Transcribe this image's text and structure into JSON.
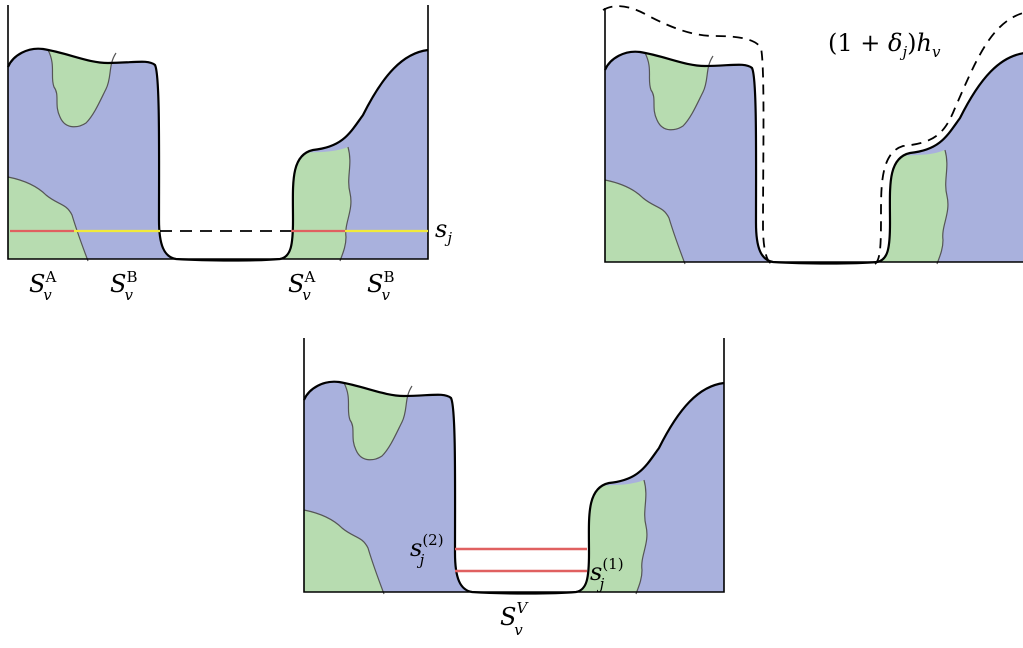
{
  "colors": {
    "blue_region": "#a9b1dd",
    "green_region": "#b7dcb0",
    "outline": "#000000",
    "region_border": "#555555",
    "red_line": "#e06060",
    "yellow_line": "#f2ea3a",
    "dashed_line": "#000000"
  },
  "panel1": {
    "level_label": {
      "base": "s",
      "sub": "j"
    },
    "labels": [
      {
        "base": "S",
        "sup": "A",
        "sub": "v"
      },
      {
        "base": "S",
        "sup": "B",
        "sub": "v"
      },
      {
        "base": "S",
        "sup": "A",
        "sub": "v"
      },
      {
        "base": "S",
        "sup": "B",
        "sub": "v"
      }
    ]
  },
  "panel2": {
    "dashed_label": {
      "prefix": "(1 + ",
      "delta": "δ",
      "delta_sub": "j",
      "mid": ")",
      "h": "h",
      "h_sub": "v"
    }
  },
  "panel3": {
    "upper_label": {
      "base": "s",
      "sup": "(2)",
      "sub": "j"
    },
    "lower_label": {
      "base": "s",
      "sup": "(1)",
      "sub": "j"
    },
    "bottom_label": {
      "base": "S",
      "sup": "V",
      "sub": "v"
    }
  }
}
